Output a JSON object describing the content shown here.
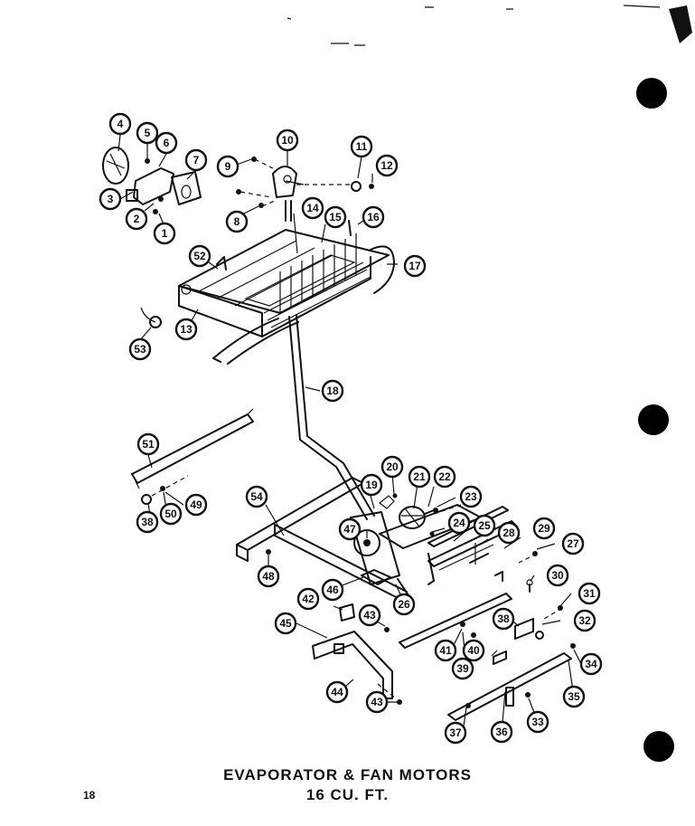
{
  "diagram": {
    "title": "EVAPORATOR & FAN MOTORS",
    "subtitle": "16 CU. FT.",
    "page_number": "18",
    "callouts": [
      "1",
      "2",
      "3",
      "4",
      "5",
      "6",
      "7",
      "8",
      "9",
      "10",
      "11",
      "12",
      "13",
      "14",
      "15",
      "16",
      "17",
      "18",
      "19",
      "20",
      "21",
      "22",
      "23",
      "24",
      "25",
      "26",
      "27",
      "28",
      "29",
      "30",
      "31",
      "32",
      "33",
      "34",
      "35",
      "36",
      "37",
      "38",
      "39",
      "40",
      "41",
      "42",
      "43",
      "44",
      "45",
      "46",
      "47",
      "48",
      "49",
      "50",
      "51",
      "52",
      "53",
      "54"
    ]
  }
}
